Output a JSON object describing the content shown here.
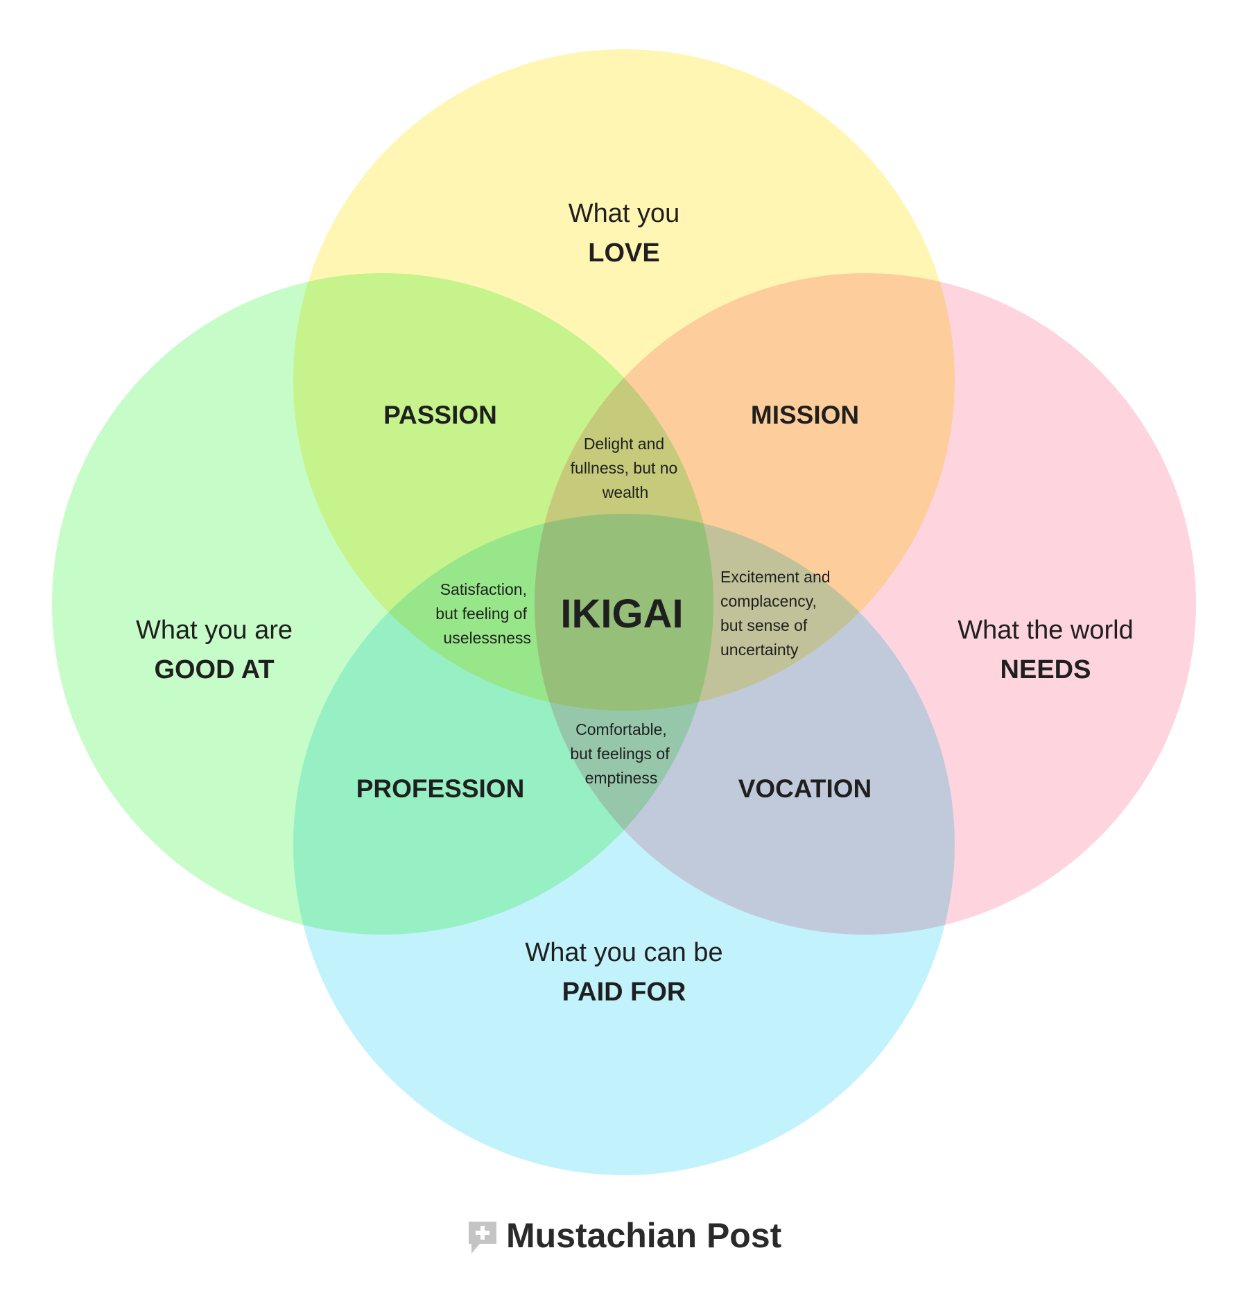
{
  "circles": {
    "love": {
      "line1": "What you",
      "line2": "LOVE",
      "color": "#fff6b3"
    },
    "good_at": {
      "line1": "What you are",
      "line2": "GOOD AT",
      "color": "#c6fcc7"
    },
    "world_needs": {
      "line1": "What the world",
      "line2": "NEEDS",
      "color": "#fed5de"
    },
    "paid_for": {
      "line1": "What you can be",
      "line2": "PAID FOR",
      "color": "#c2f2fc"
    }
  },
  "regions": {
    "passion": "PASSION",
    "mission": "MISSION",
    "profession": "PROFESSION",
    "vocation": "VOCATION"
  },
  "notes": {
    "top": [
      "Delight and",
      "fullness, but no",
      "wealth"
    ],
    "left": [
      "Satisfaction,",
      "but feeling of",
      "uselessness"
    ],
    "right": [
      "Excitement and",
      "complacency,",
      "but sense of",
      "uncertainty"
    ],
    "bottom": [
      "Comfortable,",
      "but feelings of",
      "emptiness"
    ]
  },
  "center": "IKIGAI",
  "brand": {
    "name": "Mustachian Post",
    "logo_icon": "plus-square-logo"
  }
}
